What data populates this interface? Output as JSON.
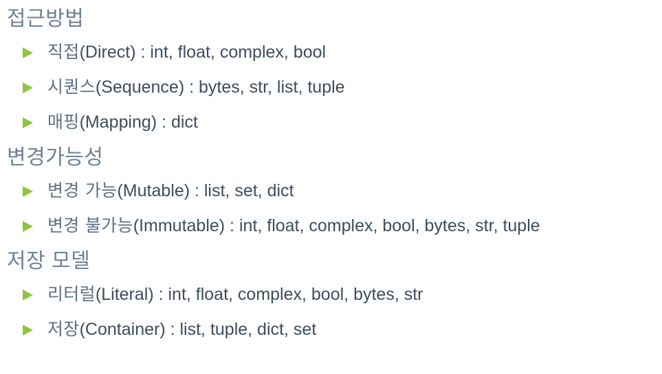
{
  "slide": {
    "background_color": "#ffffff",
    "heading_color": "#6f8097",
    "body_color": "#3d4d5e",
    "bullet_marker_color": "#8dc63f",
    "sections": [
      {
        "heading": "접근방법",
        "bullets": [
          {
            "ko": "직접",
            "rest": "(Direct) : int, float, complex, bool"
          },
          {
            "ko": "시퀀스",
            "rest": "(Sequence) : bytes, str, list, tuple"
          },
          {
            "ko": "매핑",
            "rest": "(Mapping) : dict"
          }
        ]
      },
      {
        "heading": "변경가능성",
        "bullets": [
          {
            "ko": "변경 가능",
            "rest": "(Mutable) : list, set, dict"
          },
          {
            "ko": "변경 불가능",
            "rest": "(Immutable) : int, float, complex, bool, bytes, str, tuple"
          }
        ]
      },
      {
        "heading": "저장 모델",
        "bullets": [
          {
            "ko": "리터럴",
            "rest": "(Literal) : int, float, complex, bool, bytes, str"
          },
          {
            "ko": "저장",
            "rest": "(Container) : list, tuple, dict, set"
          }
        ]
      }
    ]
  }
}
